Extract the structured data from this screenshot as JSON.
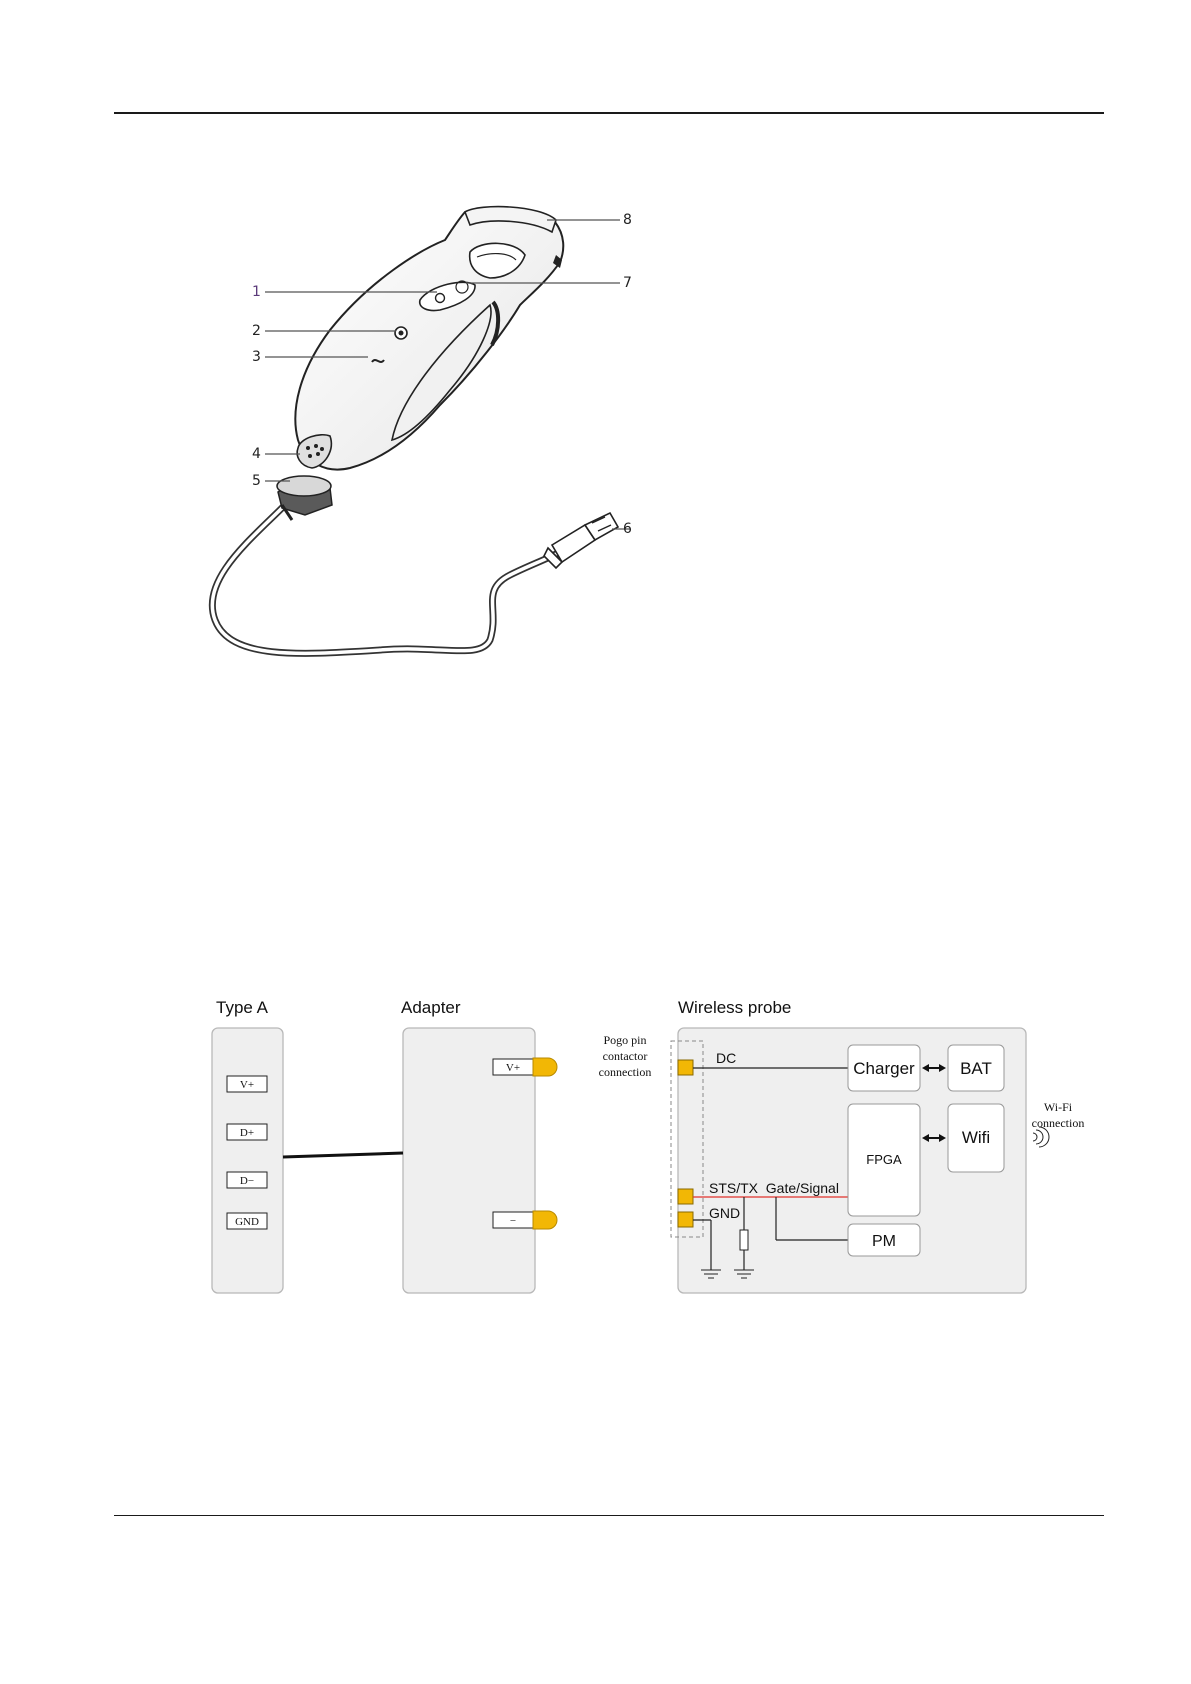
{
  "product_figure": {
    "callouts": [
      "1",
      "2",
      "3",
      "4",
      "5",
      "6",
      "7",
      "8"
    ]
  },
  "block_diagram": {
    "type_a": {
      "title": "Type A",
      "pins": [
        "V+",
        "D+",
        "D−",
        "GND"
      ]
    },
    "adapter": {
      "title": "Adapter",
      "pins": [
        "V+",
        "−"
      ]
    },
    "wireless_probe": {
      "title": "Wireless probe",
      "pogo_label": [
        "Pogo pin",
        "contactor",
        "connection"
      ],
      "signals": [
        "DC",
        "STS/TX  Gate/Signal",
        "GND"
      ],
      "blocks": [
        "Charger",
        "BAT",
        "FPGA",
        "Wifi",
        "PM"
      ],
      "wifi_label": [
        "Wi-Fi",
        "connection"
      ]
    },
    "colors": {
      "panel_fill": "#efefef",
      "panel_stroke": "#b8b8b8",
      "pad": "#f2b705",
      "signal_line": "#e0312b"
    }
  }
}
